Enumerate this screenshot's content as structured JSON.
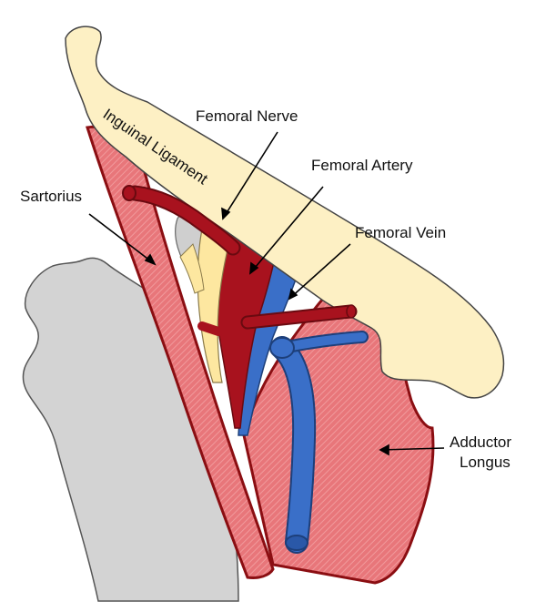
{
  "labels": {
    "femoral_nerve": "Femoral Nerve",
    "femoral_artery": "Femoral Artery",
    "femoral_vein": "Femoral Vein",
    "sartorius": "Sartorius",
    "inguinal_ligament": "Inguinal Ligament",
    "adductor_line1": "Adductor",
    "adductor_line2": "Longus"
  },
  "colors": {
    "ligament": "#fdf0c4",
    "muscle": "#e86d6d",
    "muscle_edge": "#8b0e12",
    "artery": "#a8121e",
    "vein": "#3a6fc8",
    "nerve": "#fde7a0",
    "bone": "#d3d3d3"
  }
}
